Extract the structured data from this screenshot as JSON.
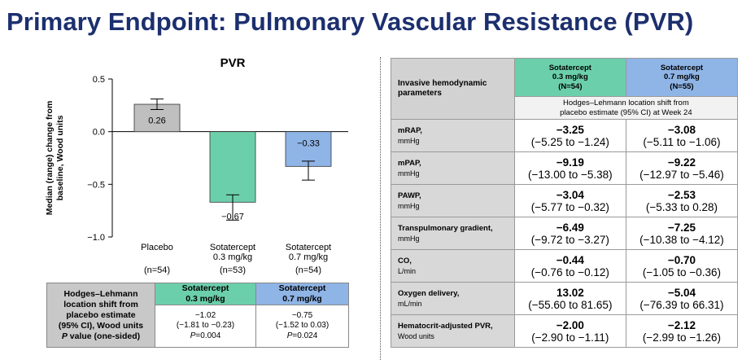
{
  "page_title": "Primary Endpoint: Pulmonary Vascular Resistance (PVR)",
  "chart_data": {
    "type": "bar",
    "title": "PVR",
    "ylabel": "Median (range) change from baseline, Wood units",
    "ylim": [
      -1.0,
      0.5
    ],
    "yticks": [
      0.5,
      0.0,
      -0.5,
      -1.0
    ],
    "ytick_labels": [
      "0.5",
      "0.0",
      "−0.5",
      "−1.0"
    ],
    "categories": [
      "Placebo",
      "Sotatercept 0.3 mg/kg",
      "Sotatercept 0.7 mg/kg"
    ],
    "category_lines": [
      [
        "Placebo"
      ],
      [
        "Sotatercept",
        "0.3 mg/kg"
      ],
      [
        "Sotatercept",
        "0.7 mg/kg"
      ]
    ],
    "n_labels": [
      "(n=54)",
      "(n=53)",
      "(n=54)"
    ],
    "values": [
      0.26,
      -0.67,
      -0.33
    ],
    "value_labels": [
      "0.26",
      "−0.67",
      "−0.33"
    ],
    "error_low": [
      0.21,
      -0.84,
      -0.46
    ],
    "error_high": [
      0.31,
      -0.6,
      -0.28
    ],
    "colors": [
      "#bfbfbf",
      "#6ccfac",
      "#8fb4e6"
    ]
  },
  "left_table": {
    "label_lines": [
      "Hodges–Lehmann",
      "location shift from",
      "placebo estimate",
      "(95% CI), Wood units"
    ],
    "label_p": "P",
    "label_p_rest": " value (one-sided)",
    "col1_header": [
      "Sotatercept",
      "0.3 mg/kg"
    ],
    "col2_header": [
      "Sotatercept",
      "0.7 mg/kg"
    ],
    "col1_est": "−1.02",
    "col1_ci": "(−1.81 to −0.23)",
    "col1_p": "=0.004",
    "col2_est": "−0.75",
    "col2_ci": "(−1.52 to 0.03)",
    "col2_p": "=0.024",
    "p_letter": "P"
  },
  "right_table": {
    "corner_label": [
      "Invasive hemodynamic",
      "parameters"
    ],
    "col1_header": [
      "Sotatercept",
      "0.3 mg/kg",
      "(N=54)"
    ],
    "col2_header": [
      "Sotatercept",
      "0.7 mg/kg",
      "(N=55)"
    ],
    "subheader": [
      "Hodges–Lehmann location shift from",
      "placebo estimate (95% CI) at Week 24"
    ],
    "rows": [
      {
        "name": "mRAP,",
        "unit": "mmHg",
        "v1": "−3.25",
        "r1": "(−5.25 to −1.24)",
        "v2": "−3.08",
        "r2": "(−5.11 to −1.06)"
      },
      {
        "name": "mPAP,",
        "unit": "mmHg",
        "v1": "−9.19",
        "r1": "(−13.00 to −5.38)",
        "v2": "−9.22",
        "r2": "(−12.97 to −5.46)"
      },
      {
        "name": "PAWP,",
        "unit": "mmHg",
        "v1": "−3.04",
        "r1": "(−5.77 to −0.32)",
        "v2": "−2.53",
        "r2": "(−5.33 to 0.28)"
      },
      {
        "name": "Transpulmonary gradient,",
        "unit": "mmHg",
        "v1": "−6.49",
        "r1": "(−9.72 to −3.27)",
        "v2": "−7.25",
        "r2": "(−10.38 to −4.12)"
      },
      {
        "name": "CO,",
        "unit": "L/min",
        "v1": "−0.44",
        "r1": "(−0.76 to −0.12)",
        "v2": "−0.70",
        "r2": "(−1.05 to −0.36)"
      },
      {
        "name": "Oxygen delivery,",
        "unit": "mL/min",
        "v1": "13.02",
        "r1": "(−55.60 to 81.65)",
        "v2": "−5.04",
        "r2": "(−76.39 to 66.31)"
      },
      {
        "name": "Hematocrit-adjusted PVR,",
        "unit": "Wood units",
        "v1": "−2.00",
        "r1": "(−2.90 to −1.11)",
        "v2": "−2.12",
        "r2": "(−2.99 to −1.26)"
      }
    ]
  }
}
